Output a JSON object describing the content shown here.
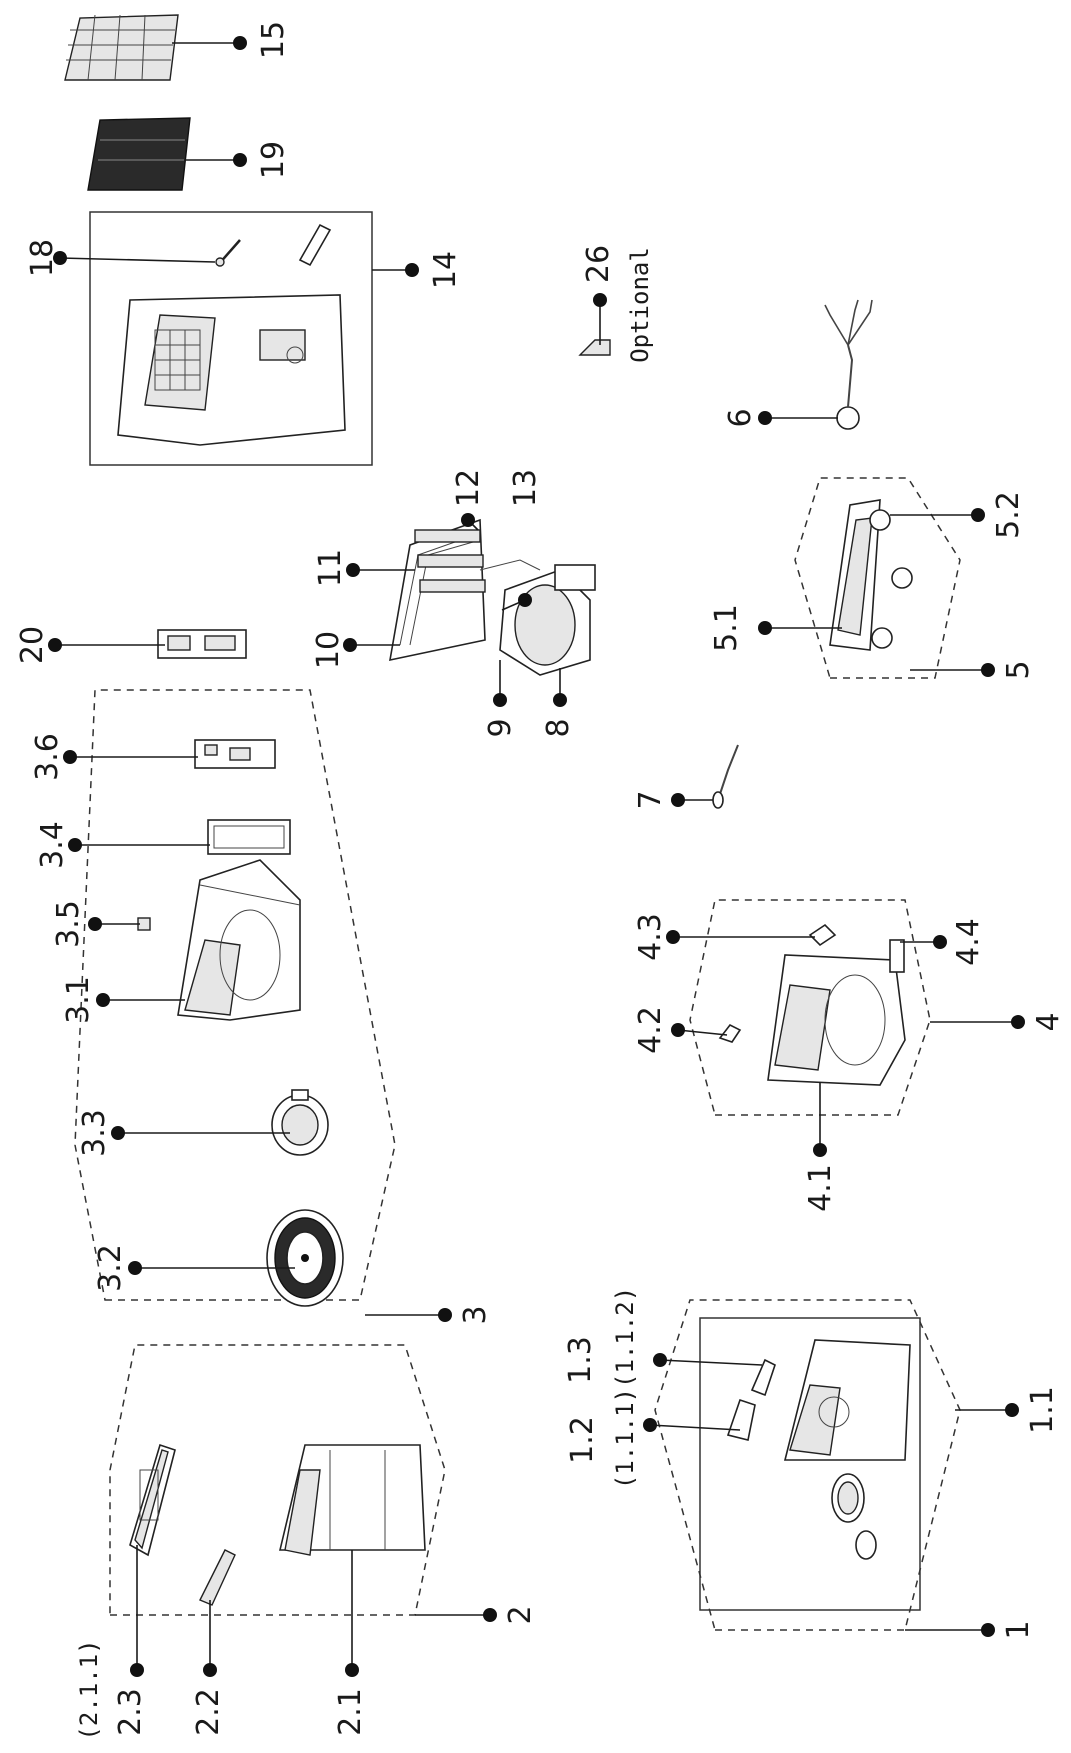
{
  "diagram": {
    "labels": {
      "l1": "1",
      "l1_1": "1.1",
      "l1_2": "1.2",
      "l1_3": "1.3",
      "l1_2_note": "(1.1.1)(1.1.2)",
      "l2": "2",
      "l2_1": "2.1",
      "l2_2": "2.2",
      "l2_3": "2.3",
      "l2_3_note": "(2.1.1)",
      "l3": "3",
      "l3_1": "3.1",
      "l3_2": "3.2",
      "l3_3": "3.3",
      "l3_4": "3.4",
      "l3_5": "3.5",
      "l3_6": "3.6",
      "l4": "4",
      "l4_1": "4.1",
      "l4_2": "4.2",
      "l4_3": "4.3",
      "l4_4": "4.4",
      "l5": "5",
      "l5_1": "5.1",
      "l5_2": "5.2",
      "l6": "6",
      "l7": "7",
      "l8": "8",
      "l9": "9",
      "l10": "10",
      "l11": "11",
      "l12": "12",
      "l13": "13",
      "l14": "14",
      "l15": "15",
      "l18": "18",
      "l19": "19",
      "l20": "20",
      "l26": "26",
      "optional": "Optional"
    }
  }
}
